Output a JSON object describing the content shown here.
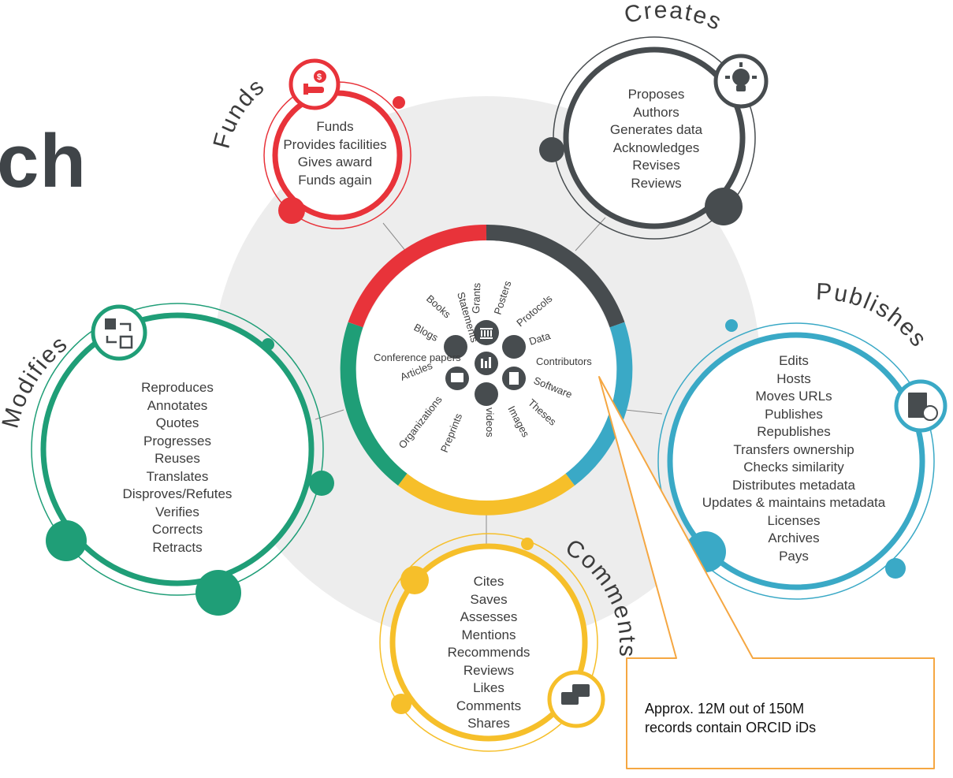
{
  "title_fragment": "ch",
  "center": {
    "types": [
      "Statements",
      "Grants",
      "Posters",
      "Protocols",
      "Data",
      "Contributors",
      "Software",
      "Theses",
      "Images",
      "videos",
      "Preprints",
      "Organizations",
      "Articles",
      "Conference papers",
      "Blogs",
      "Books"
    ]
  },
  "groups": {
    "funds": {
      "label": "Funds",
      "color": "#e8333a",
      "icon": "money-hand-icon",
      "items": [
        "Funds",
        "Provides facilities",
        "Gives award",
        "Funds again"
      ]
    },
    "creates": {
      "label": "Creates",
      "color": "#474c4f",
      "icon": "lightbulb-icon",
      "items": [
        "Proposes",
        "Authors",
        "Generates data",
        "Acknowledges",
        "Revises",
        "Reviews"
      ]
    },
    "publishes": {
      "label": "Publishes",
      "color": "#3aa9c6",
      "icon": "document-globe-icon",
      "items": [
        "Edits",
        "Hosts",
        "Moves URLs",
        "Publishes",
        "Republishes",
        "Transfers ownership",
        "Checks similarity",
        "Distributes metadata",
        "Updates & maintains metadata",
        "Licenses",
        "Archives",
        "Pays"
      ]
    },
    "comments": {
      "label": "Comments",
      "color": "#f6bf2a",
      "icon": "speech-bubbles-icon",
      "items": [
        "Cites",
        "Saves",
        "Assesses",
        "Mentions",
        "Recommends",
        "Reviews",
        "Likes",
        "Comments",
        "Shares"
      ]
    },
    "modifies": {
      "label": "Modifies",
      "color": "#1f9e77",
      "icon": "swap-arrows-icon",
      "items": [
        "Reproduces",
        "Annotates",
        "Quotes",
        "Progresses",
        "Reuses",
        "Translates",
        "Disproves/Refutes",
        "Verifies",
        "Corrects",
        "Retracts"
      ]
    }
  },
  "callout": {
    "text_line1": "Approx. 12M out of 150M",
    "text_line2": "records contain ORCID iDs",
    "border_color": "#f5a742"
  }
}
